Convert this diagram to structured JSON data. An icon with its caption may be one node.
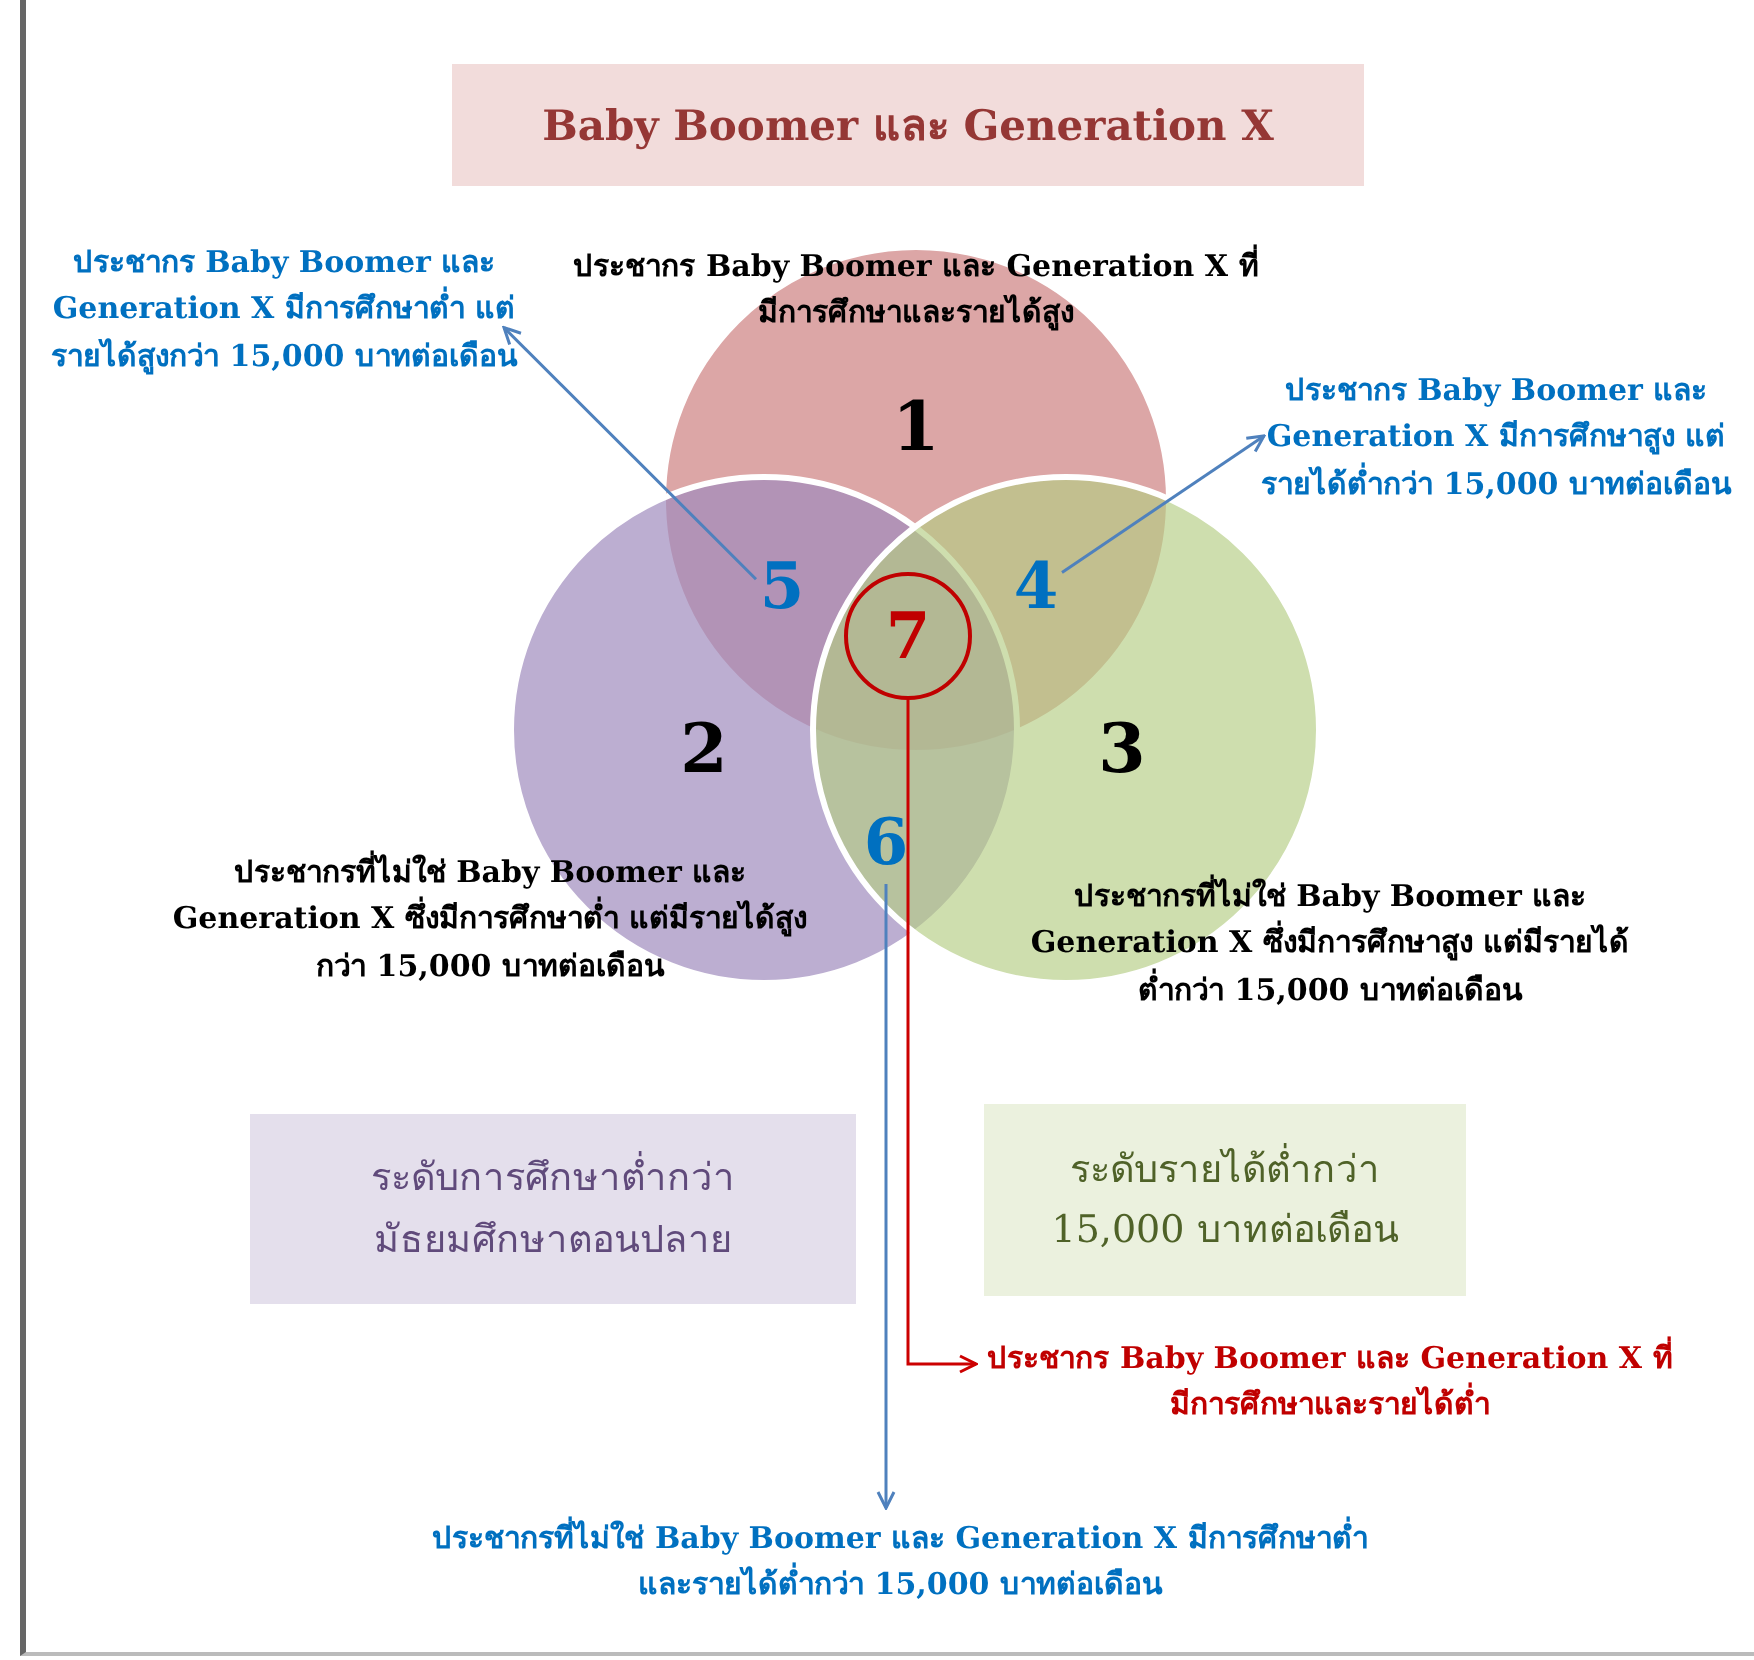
{
  "diagram": {
    "nodes": [
      {
        "text": [
          "Baby Boomer และ Generation X"
        ]
      },
      {
        "text": [
          "1"
        ],
        "beside": [
          "ประชากร Baby Boomer และ Generation X ที่มีการศึกษาและรายได้สูง"
        ]
      },
      {
        "text": [
          "2"
        ],
        "beside": [
          "ประชากรที่ไม่ใช่ Baby Boomer และ Generation X ซึ่งมีการศึกษาต่ำ แต่มีรายได้สูงกว่า 15,000 บาทต่อเดือน"
        ]
      },
      {
        "text": [
          "3"
        ],
        "beside": [
          "ประชากรที่ไม่ใช่ Baby Boomer และ Generation X ซึ่งมีการศึกษาสูง แต่มีรายได้ต่ำกว่า 15,000 บาทต่อเดือน"
        ]
      },
      {
        "text": [
          "5"
        ]
      },
      {
        "text": [
          "4"
        ]
      },
      {
        "text": [
          "7"
        ]
      },
      {
        "text": [
          "6"
        ]
      },
      {
        "text": [
          "ประชากร Baby Boomer และ Generation X มีการศึกษาต่ำ แต่รายได้สูงกว่า 15,000 บาทต่อเดือน"
        ]
      },
      {
        "text": [
          "ประชากร Baby Boomer และ Generation X มีการศึกษาสูง แต่รายได้ต่ำกว่า 15,000 บาทต่อเดือน"
        ]
      },
      {
        "text": [
          "ระดับการศึกษาต่ำกว่ามัธยมศึกษาตอนปลาย"
        ]
      },
      {
        "text": [
          "ระดับรายได้ต่ำกว่า 15,000 บาทต่อเดือน"
        ]
      },
      {
        "text": [
          "ประชากร Baby Boomer และ Generation X ที่มีการศึกษาและรายได้ต่ำ"
        ]
      },
      {
        "text": [
          "ประชากรที่ไม่ใช่ Baby Boomer และ Generation X มีการศึกษาต่ำและรายได้ต่ำกว่า 15,000 บาทต่อเดือน"
        ]
      }
    ],
    "edges": [
      {
        "from": 4,
        "to": 8,
        "arrow": "to"
      },
      {
        "from": 5,
        "to": 9,
        "arrow": "to"
      },
      {
        "from": 6,
        "to": 12,
        "arrow": "to",
        "color": "#cc0000"
      },
      {
        "from": 7,
        "to": 13,
        "arrow": "to"
      }
    ]
  }
}
